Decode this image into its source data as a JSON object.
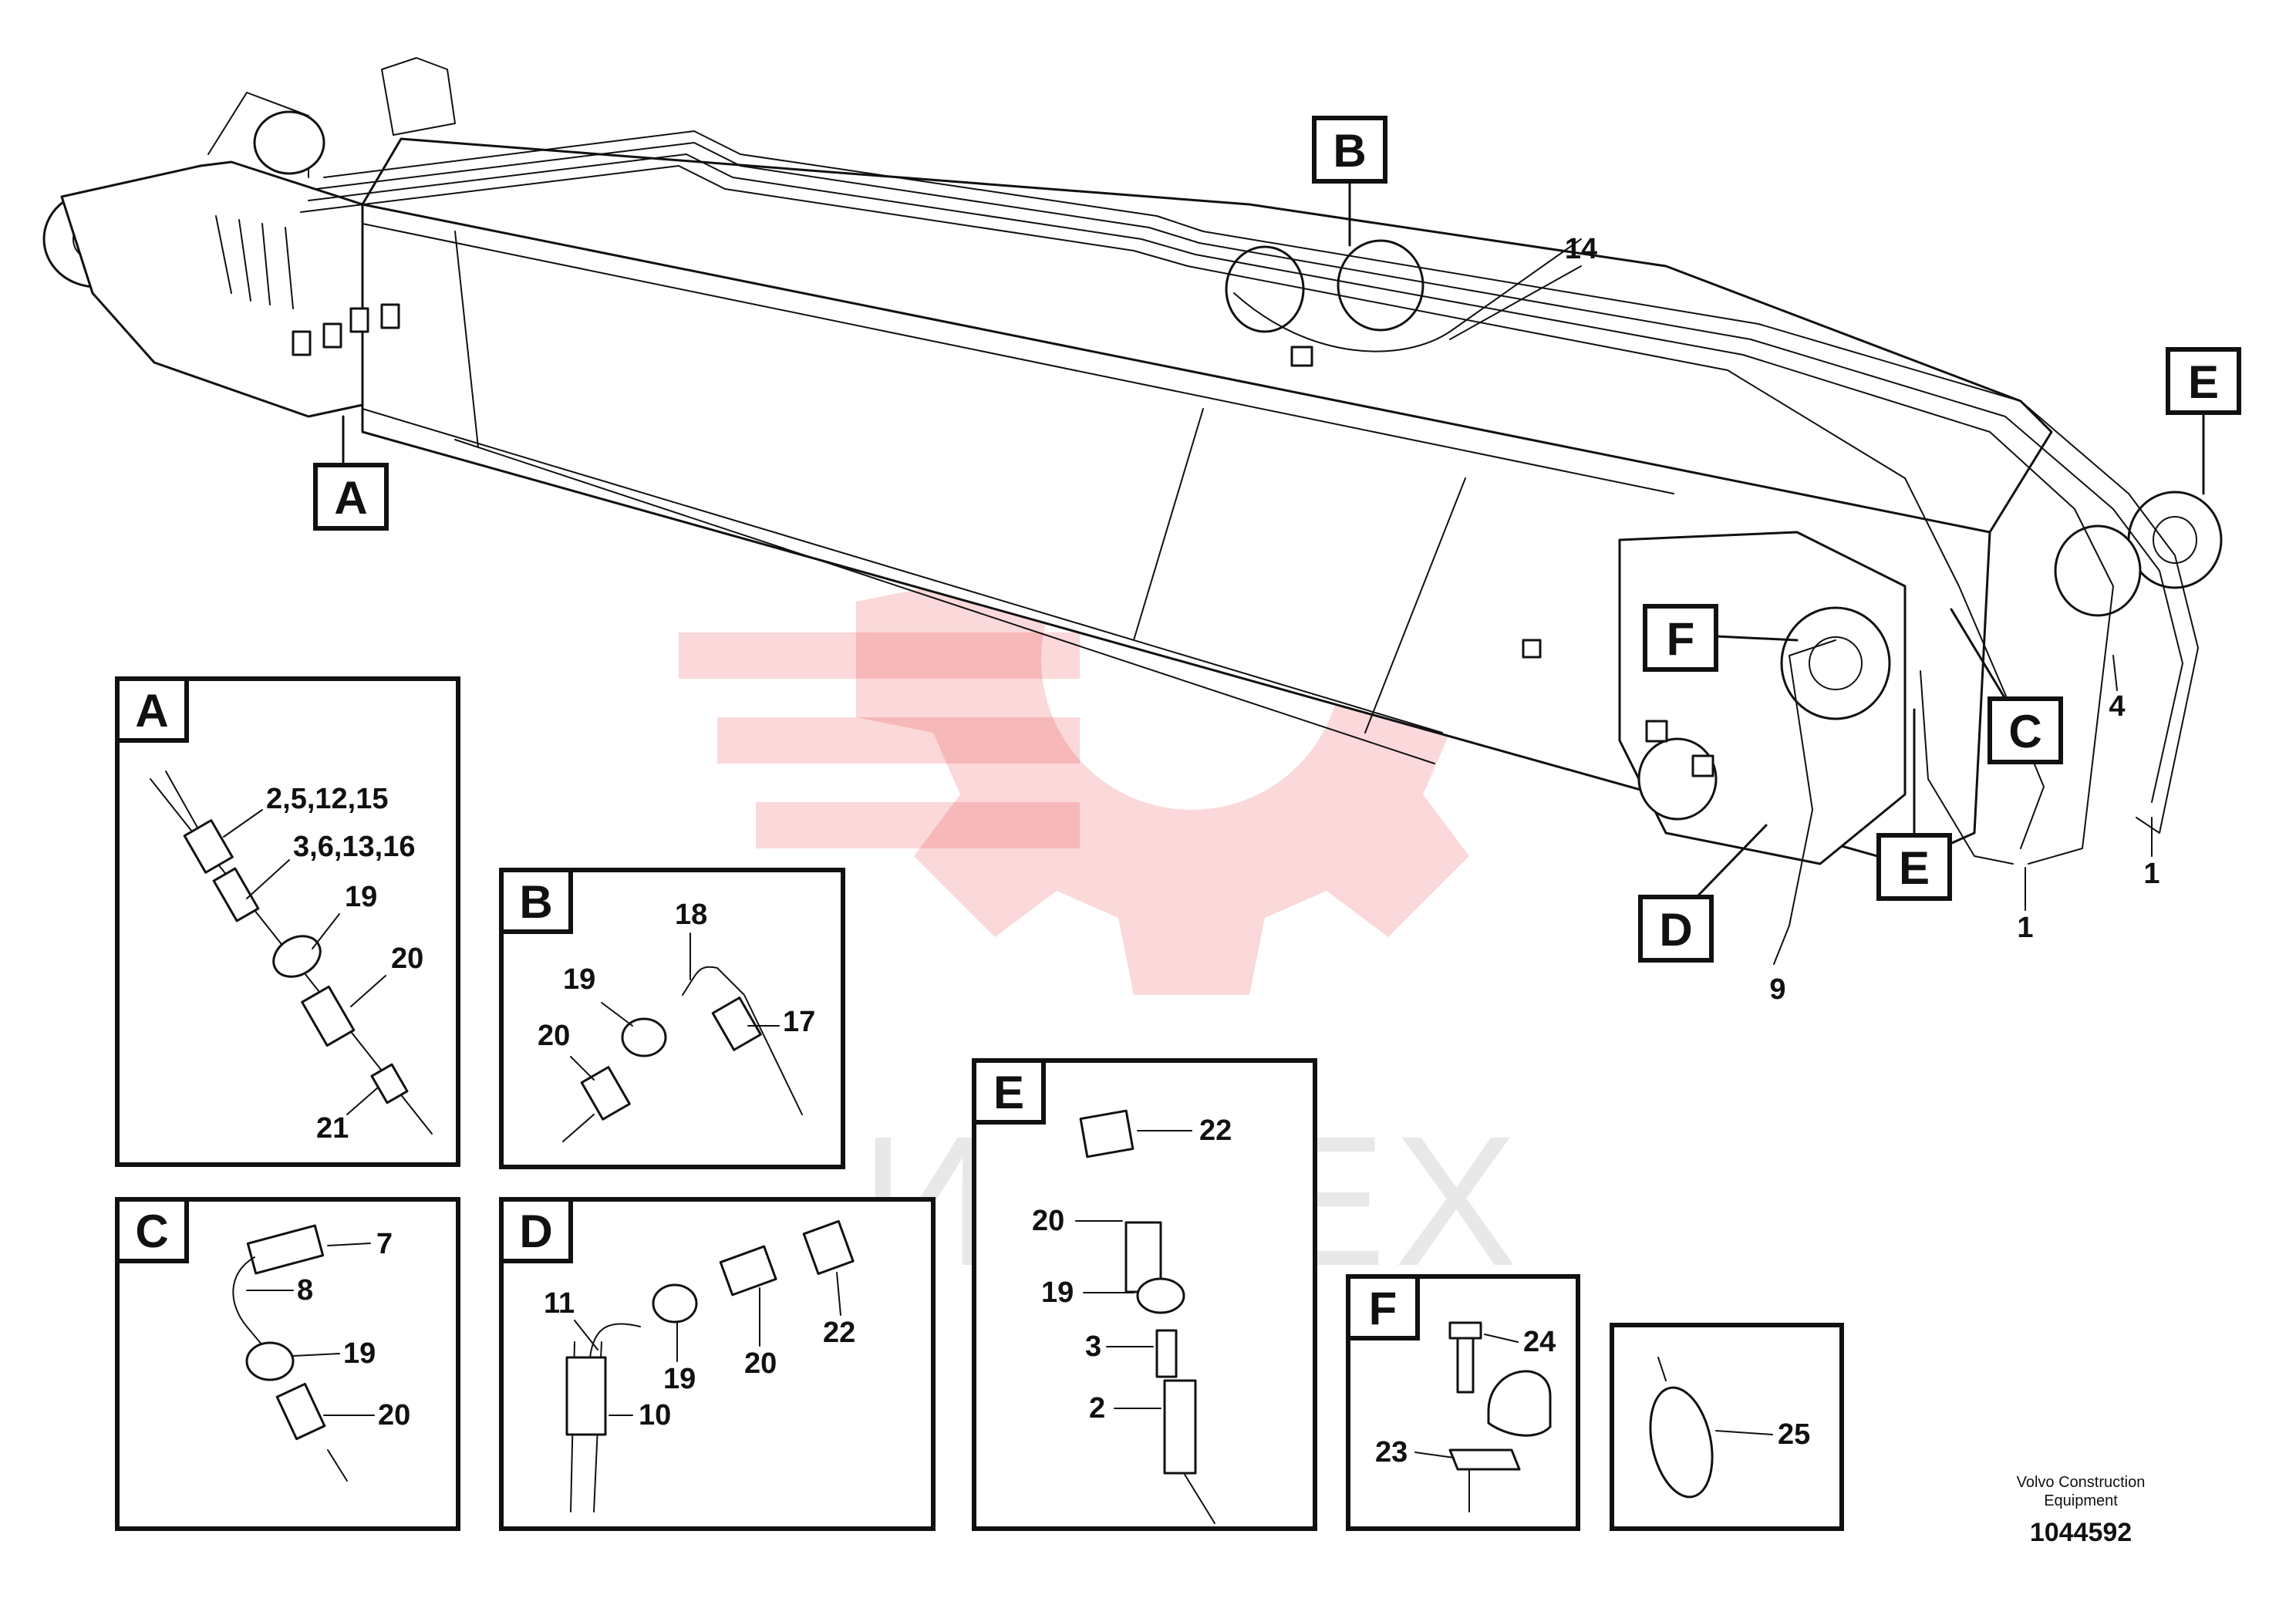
{
  "watermark": {
    "text": "ИНТЕХ",
    "color": "#e8262a"
  },
  "main_labels": {
    "A": "A",
    "B": "B",
    "C": "C",
    "D": "D",
    "E1": "E",
    "E2": "E",
    "F": "F"
  },
  "main_callouts": {
    "c14": "14",
    "c4": "4",
    "c1a": "1",
    "c1b": "1",
    "c9": "9"
  },
  "panels": {
    "A": {
      "letter": "A",
      "labels": [
        "2,5,12,15",
        "3,6,13,16",
        "19",
        "20",
        "21"
      ]
    },
    "B": {
      "letter": "B",
      "labels": [
        "18",
        "19",
        "17",
        "20"
      ]
    },
    "C": {
      "letter": "C",
      "labels": [
        "7",
        "8",
        "19",
        "20"
      ]
    },
    "D": {
      "letter": "D",
      "labels": [
        "11",
        "19",
        "20",
        "22",
        "10"
      ]
    },
    "E": {
      "letter": "E",
      "labels": [
        "22",
        "20",
        "19",
        "3",
        "2"
      ]
    },
    "F": {
      "letter": "F",
      "labels": [
        "24",
        "23"
      ]
    },
    "G": {
      "labels": [
        "25"
      ]
    }
  },
  "footer": {
    "line1": "Volvo Construction",
    "line2": "Equipment",
    "number": "1044592"
  }
}
